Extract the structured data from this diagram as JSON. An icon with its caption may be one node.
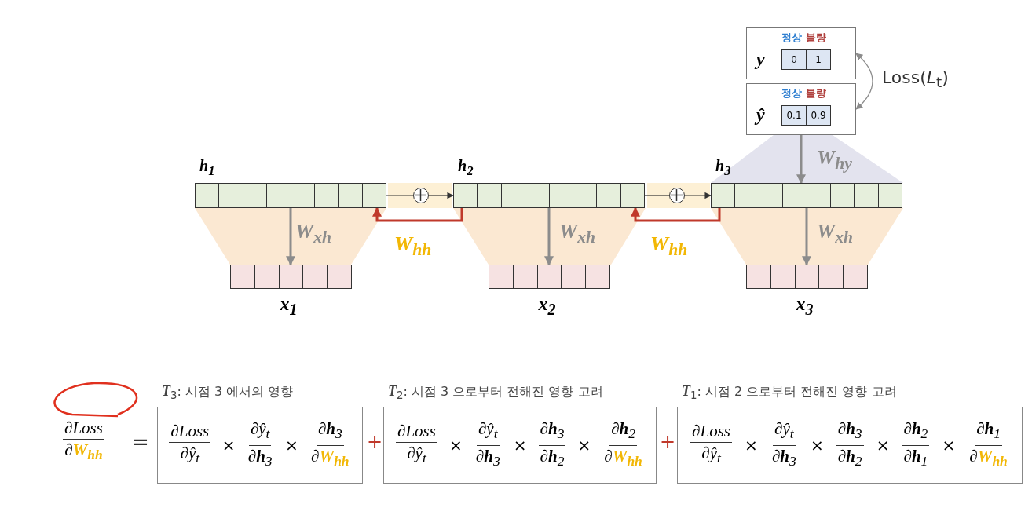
{
  "diagram": {
    "nodes": [
      {
        "text": [
          "정상",
          "불량",
          "y",
          "0",
          "1"
        ]
      },
      {
        "text": [
          "정상",
          "불량",
          "ŷ",
          "0.1",
          "0.9"
        ]
      },
      {
        "text": [
          "h$_{1}$"
        ]
      },
      {
        "text": [
          "h$_{2}$"
        ]
      },
      {
        "text": [
          "h$_{3}$"
        ]
      },
      {
        "text": [],
        "shape": "circle"
      },
      {
        "text": [],
        "shape": "circle"
      },
      {
        "text": [
          "x$_{1}$"
        ]
      },
      {
        "text": [
          "x$_{2}$"
        ]
      },
      {
        "text": [
          "x$_{3}$"
        ]
      },
      {
        "text": [
          "**T**$_{3}$: 시점 3 에서의 영향",
          "∂Loss",
          "∂ŷ$_{t}$",
          "×",
          "∂ŷ$_{t}$",
          "∂**h**$_{3}$",
          "×",
          "∂**h**$_{3}$",
          "∂*W*$_{hh}$"
        ]
      },
      {
        "text": [
          "**T**$_{2}$: 시점 3 으로부터 전해진 영향 고려",
          "∂Loss",
          "∂ŷ$_{t}$",
          "×",
          "∂ŷ$_{t}$",
          "∂**h**$_{3}$",
          "×",
          "∂**h**$_{3}$",
          "∂**h**$_{2}$",
          "×",
          "∂**h**$_{2}$",
          "∂*W*$_{hh}$"
        ]
      },
      {
        "text": [
          "**T**$_{1}$: 시점 2 으로부터 전해진 영향 고려",
          "∂Loss",
          "∂ŷ$_{t}$",
          "×",
          "∂ŷ$_{t}$",
          "∂**h**$_{3}$",
          "×",
          "∂**h**$_{3}$",
          "∂**h**$_{2}$",
          "×",
          "∂**h**$_{2}$",
          "∂**h**$_{1}$",
          "×",
          "∂**h**$_{1}$",
          "∂*W*$_{hh}$"
        ]
      }
    ],
    "edges": [
      {
        "from": 0,
        "to": 1,
        "arrow": "both",
        "label": "Loss(*L*$_{t}$)"
      },
      {
        "from": 1,
        "to": 4,
        "arrow": "to",
        "label": "W$_{hy}$"
      },
      {
        "from": 2,
        "to": 5,
        "arrow": "none",
        "color": "#333333"
      },
      {
        "from": 5,
        "to": 3,
        "arrow": "to",
        "color": "#333333"
      },
      {
        "from": 3,
        "to": 6,
        "arrow": "none",
        "color": "#333333"
      },
      {
        "from": 6,
        "to": 4,
        "arrow": "to",
        "color": "#333333"
      },
      {
        "from": 2,
        "to": 7,
        "arrow": "to",
        "label": "W$_{xh}$"
      },
      {
        "from": 3,
        "to": 8,
        "arrow": "to",
        "label": "W$_{xh}$"
      },
      {
        "from": 4,
        "to": 9,
        "arrow": "to",
        "label": "W$_{xh}$"
      },
      {
        "from": 3,
        "to": 2,
        "arrow": "to",
        "label": "W$_{hh}$",
        "color": "#c0392b"
      },
      {
        "from": 4,
        "to": 3,
        "arrow": "to",
        "label": "W$_{hh}$",
        "color": "#c0392b"
      }
    ],
    "labels": [
      "∂Loss",
      "∂*W*$_{hh}$",
      "=",
      "+",
      "+"
    ]
  }
}
